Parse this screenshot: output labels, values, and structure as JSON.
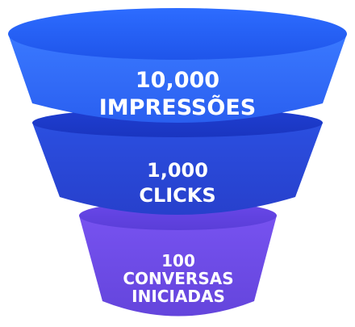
{
  "funnel": {
    "stages": [
      {
        "value": "10,000",
        "label": "IMPRESSÕES",
        "color": "#2f6bf5"
      },
      {
        "value": "1,000",
        "label": "CLICKS",
        "color": "#2948d8"
      },
      {
        "value": "100",
        "label_line1": "CONVERSAS",
        "label_line2": "INICIADAS",
        "color": "#6f4ce8"
      }
    ]
  }
}
